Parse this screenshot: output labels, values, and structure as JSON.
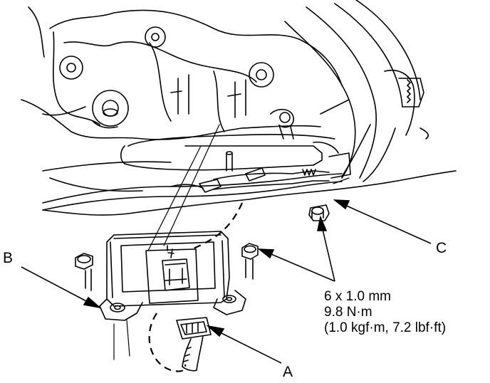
{
  "callouts": {
    "a": "A",
    "b": "B",
    "c": "C"
  },
  "spec": {
    "bolt_size": "6 x 1.0 mm",
    "torque_nm": "9.8 N·m",
    "torque_alt": "(1.0 kgf·m, 7.2 lbf·ft)"
  },
  "colors": {
    "line": "#000000",
    "background": "#ffffff"
  }
}
